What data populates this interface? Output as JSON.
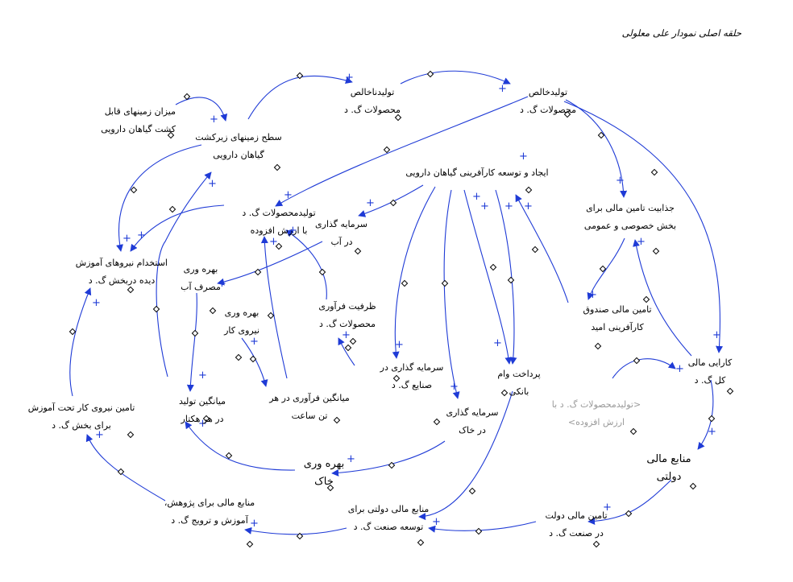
{
  "title": "حلقه اصلی نمودار علی معلولی",
  "variables": {
    "mizan": [
      "میزان زمینهای قابل",
      "کشت گیاهان دارویی"
    ],
    "sath": [
      "سطح زمینهای زیرکشت",
      "گیاهان دارویی"
    ],
    "tolidnakhales": [
      "تولیدناخالص",
      "محصولات گ. د"
    ],
    "tolidkhales": [
      "تولیدخالص",
      "محصولات گ. د"
    ],
    "ijad": [
      "ایجاد و توسعه کارآفرینی گیاهان دارویی"
    ],
    "jazabiat": [
      "جذابیت تامین مالی برای",
      "بخش خصوصی و عمومی"
    ],
    "estekhdam": [
      "استخدام نیروهای آموزش",
      "دیده دربخش گ. د"
    ],
    "tolidarzesh": [
      "تولیدمحصولات گ. د",
      "با ارزش افزوده"
    ],
    "sarmayeab": [
      "سرمایه گذاری",
      "در آب"
    ],
    "bahremasraf": [
      "بهره وری",
      "مصرف آب"
    ],
    "bahrenirou": [
      "بهره وری",
      "نیروی کار"
    ],
    "zarfiat": [
      "ظرفیت فرآوری",
      "محصولات گ. د"
    ],
    "sanaye": [
      "سرمایه گذاری در",
      "صنایع گ. د"
    ],
    "pardakht": [
      "پرداخت وام",
      "بانکی"
    ],
    "sandoogh": [
      "تامین مالی صندوق",
      "کارآفرینی امید"
    ],
    "karaei": [
      "کارایی مالی",
      "کل گ. د"
    ],
    "shadow": [
      "<تولیدمحصولات گ. د با",
      "ارزش افزوده>"
    ],
    "miangintolid": [
      "میانگین تولید",
      "در هر هکتار"
    ],
    "miangin_farvari": [
      "میانگین فرآوری در هر",
      "تن ساعت"
    ],
    "sarmayekhak": [
      "سرمایه گذاری",
      "در خاک"
    ],
    "tamin_niroo": [
      "تامین نیروی کار تحت آموزش",
      "برای بخش گ. د"
    ],
    "bahrekhak": [
      "بهره وری",
      "خاک"
    ],
    "manabe_mali": [
      "منابع مالی",
      "دولتی"
    ],
    "manabe_pajoohesh": [
      "منابع مالی برای پژوهش،",
      "آموزش و ترویج گ. د"
    ],
    "manabe_dolati": [
      "منابع مالی دولتی برای",
      "توسعه صنعت گ. د"
    ],
    "tamin_dolat": [
      "تامین مالی دولت",
      "در صنعت گ. د"
    ]
  },
  "polarity_sign": "+",
  "colors": {
    "link": "#1f3bd6",
    "text": "#000000",
    "shadow": "#9a9a9a"
  }
}
